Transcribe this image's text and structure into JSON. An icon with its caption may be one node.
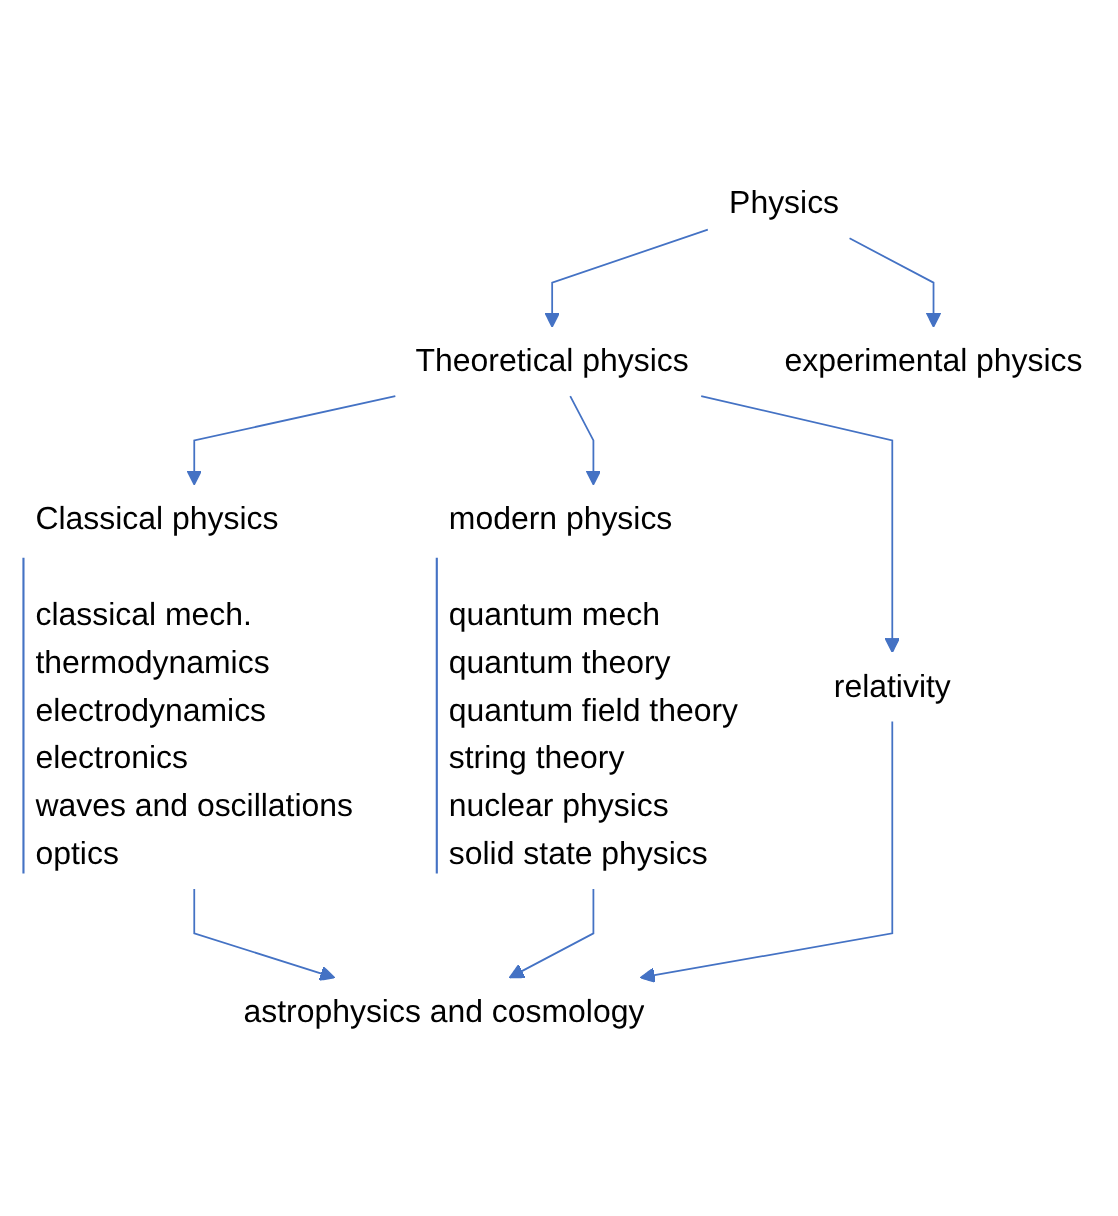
{
  "diagram": {
    "nodes": [
      {
        "text": [
          "Physics"
        ]
      },
      {
        "text": [
          "Theoretical physics"
        ]
      },
      {
        "text": [
          "experimental physics"
        ]
      },
      {
        "text": [
          "Classical physics"
        ],
        "beside": [
          "classical mech.",
          "thermodynamics",
          "electrodynamics",
          "electronics",
          "waves and oscillations",
          "optics"
        ]
      },
      {
        "text": [
          "modern physics"
        ],
        "beside": [
          "quantum mech",
          "quantum theory",
          "quantum field theory",
          "string theory",
          "nuclear physics",
          "solid state physics"
        ]
      },
      {
        "text": [
          "relativity"
        ]
      },
      {
        "text": [
          "astrophysics and cosmology"
        ]
      }
    ],
    "edges": [
      {
        "from": 0,
        "to": 1,
        "arrow": "to"
      },
      {
        "from": 0,
        "to": 2,
        "arrow": "to"
      },
      {
        "from": 1,
        "to": 3,
        "arrow": "to"
      },
      {
        "from": 1,
        "to": 4,
        "arrow": "to"
      },
      {
        "from": 1,
        "to": 5,
        "arrow": "to"
      },
      {
        "from": 3,
        "to": 6,
        "arrow": "to"
      },
      {
        "from": 4,
        "to": 6,
        "arrow": "to"
      },
      {
        "from": 5,
        "to": 6,
        "arrow": "to"
      }
    ]
  }
}
